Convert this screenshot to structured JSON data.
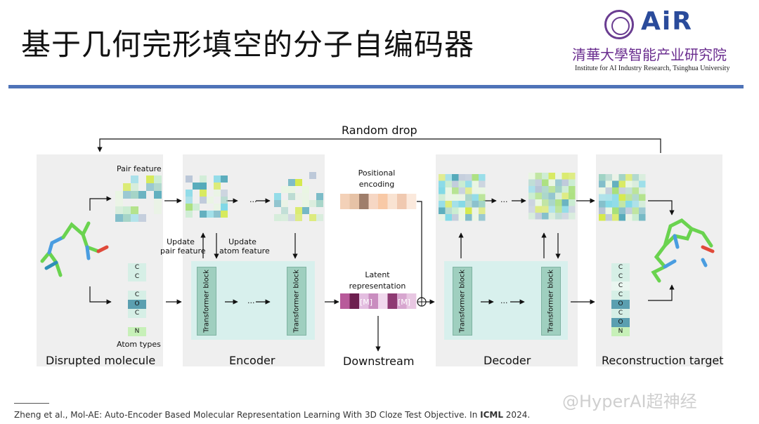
{
  "slide": {
    "title": "基于几何完形填空的分子自编码器",
    "logo": {
      "brand": "AiR",
      "cn_name": "清華大學智能产业研究院",
      "en_name": "Institute for AI Industry Research, Tsinghua University"
    }
  },
  "diagram": {
    "random_drop": "Random drop",
    "pair_feature": "Pair feature",
    "atom_types_label": "Atom types",
    "update_pair": [
      "Update",
      "pair feature"
    ],
    "update_atom": [
      "Update",
      "atom feature"
    ],
    "positional_encoding": [
      "Positional",
      "encoding"
    ],
    "latent_representation": [
      "Latent",
      "representation"
    ],
    "transformer_block": "Transformer block",
    "ellipsis": "...",
    "mask_token": "[M]",
    "disrupted_atoms": [
      "C",
      "C",
      "",
      "C",
      "O",
      "C",
      "",
      "N"
    ],
    "target_atoms": [
      "C",
      "C",
      "C",
      "C",
      "O",
      "C",
      "O",
      "N"
    ],
    "panel_labels": {
      "disrupted": "Disrupted molecule",
      "encoder": "Encoder",
      "downstream": "Downstream",
      "decoder": "Decoder",
      "target": "Reconstruction target"
    }
  },
  "colors": {
    "rule": "#4e73b8",
    "panel": "#efefef",
    "transformer": "#9fcfbf",
    "transformer_bg": "#d8f0ed",
    "grid_palette": [
      "#7fd8e6",
      "#a8e07a",
      "#d4e94a",
      "#9fd2c4",
      "#c9ecd0",
      "#e8f6e1",
      "#4fa7b8",
      "#b6c3d6"
    ],
    "positional_palette": [
      "#f3d1b8",
      "#e6c2a6",
      "#9f7e6b",
      "#f6d7c4",
      "#f8c9a6",
      "#f9e3d2",
      "#f0c9b0",
      "#fbe9dc"
    ],
    "latent_palette": [
      "#b85a9a",
      "#6d1f4f",
      "#e3bde0",
      "#c98dbf",
      "#f1d9ee",
      "#8e3a73",
      "#d7a6cf",
      "#e8c7e2"
    ],
    "molecule": "#6ad34f"
  },
  "footnote": {
    "text": "Zheng et al., Mol-AE: Auto-Encoder Based Molecular Representation Learning With 3D Cloze Test Objective.  In ",
    "venue": "ICML",
    "year": " 2024."
  },
  "watermark": "@HyperAI超神经"
}
